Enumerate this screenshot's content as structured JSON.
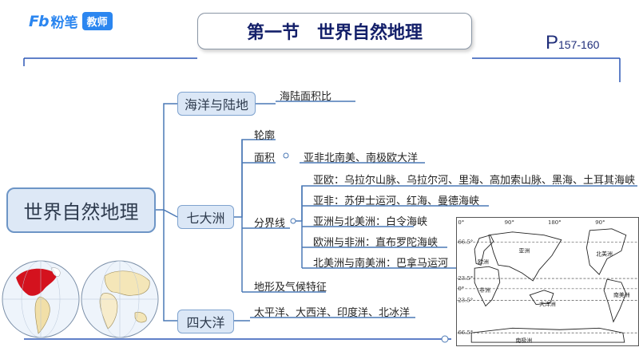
{
  "brand": {
    "mark": "Fb",
    "name": "粉笔",
    "badge": "教师"
  },
  "header": {
    "title": "第一节　世界自然地理",
    "page_prefix": "P",
    "page_range": "157-160"
  },
  "mindmap": {
    "root": "世界自然地理",
    "oceans_land": {
      "label": "海洋与陆地",
      "children": [
        "海陆面积比"
      ]
    },
    "continents": {
      "label": "七大洲",
      "outline": "轮廓",
      "area": {
        "label": "面积",
        "value": "亚非北南美、南极欧大洋"
      },
      "boundaries": {
        "label": "分界线",
        "items": [
          "亚欧：乌拉尔山脉、乌拉尔河、里海、高加索山脉、黑海、土耳其海峡",
          "亚非：苏伊士运河、红海、曼德海峡",
          "亚洲与北美洲：白令海峡",
          "欧洲与非洲：直布罗陀海峡",
          "北美洲与南美洲：巴拿马运河"
        ]
      },
      "terrain": "地形及气候特征"
    },
    "four_oceans": {
      "label": "四大洋",
      "value": "太平洋、大西洋、印度洋、北冰洋"
    }
  },
  "world_map": {
    "longitudes": [
      "0°",
      "90°",
      "180°",
      "90°"
    ],
    "latitudes": [
      "66.5°",
      "23.5°",
      "0°",
      "23.5°",
      "66.5°"
    ],
    "continents": [
      "亚洲",
      "欧洲",
      "北美洲",
      "非洲",
      "南美洲",
      "大洋洲",
      "南极洲"
    ]
  },
  "colors": {
    "brand": "#2b86f0",
    "node_fill": "#dbe7f6",
    "node_border": "#7fa3cf",
    "line": "#4a78b5",
    "title": "#14206a"
  }
}
